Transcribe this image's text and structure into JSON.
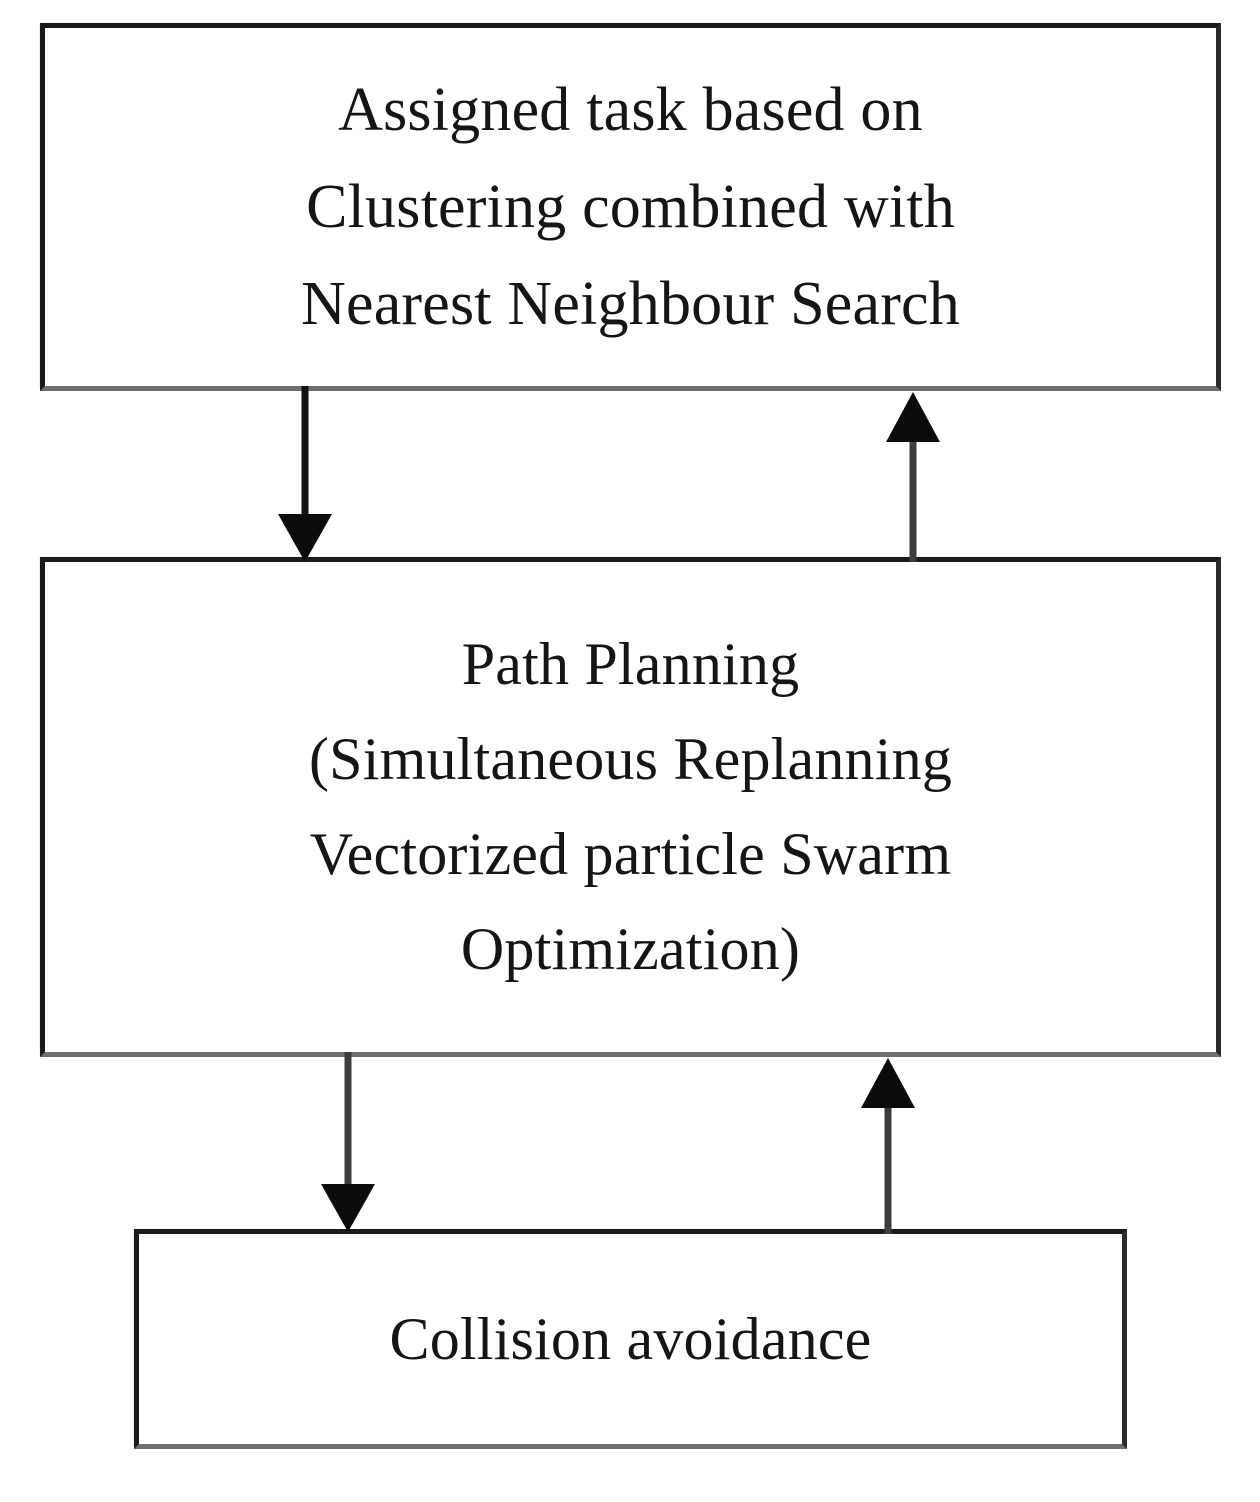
{
  "diagram": {
    "title": "Assigned task / Path planning / Collision avoidance flow",
    "colors": {
      "box_border_dark": "#1c1c1c",
      "box_border_shadow": "#6f6f6f",
      "box_fill": "#ffffff",
      "text": "#151515",
      "arrow": "#101010",
      "arrow_shaft": "#3a3a3a"
    },
    "nodes": [
      {
        "id": "assigned-task",
        "lines": [
          "Assigned task based on",
          "Clustering combined with",
          "Nearest Neighbour Search"
        ]
      },
      {
        "id": "path-planning",
        "lines": [
          "Path Planning",
          "(Simultaneous Replanning",
          "Vectorized particle Swarm",
          "Optimization)"
        ]
      },
      {
        "id": "collision-avoidance",
        "lines": [
          "Collision avoidance"
        ]
      }
    ],
    "edges": [
      {
        "id": "task-to-path",
        "from": "assigned-task",
        "to": "path-planning",
        "direction": "down"
      },
      {
        "id": "path-to-task",
        "from": "path-planning",
        "to": "assigned-task",
        "direction": "up"
      },
      {
        "id": "path-to-coll",
        "from": "path-planning",
        "to": "collision-avoidance",
        "direction": "down"
      },
      {
        "id": "coll-to-path",
        "from": "collision-avoidance",
        "to": "path-planning",
        "direction": "up"
      }
    ]
  }
}
